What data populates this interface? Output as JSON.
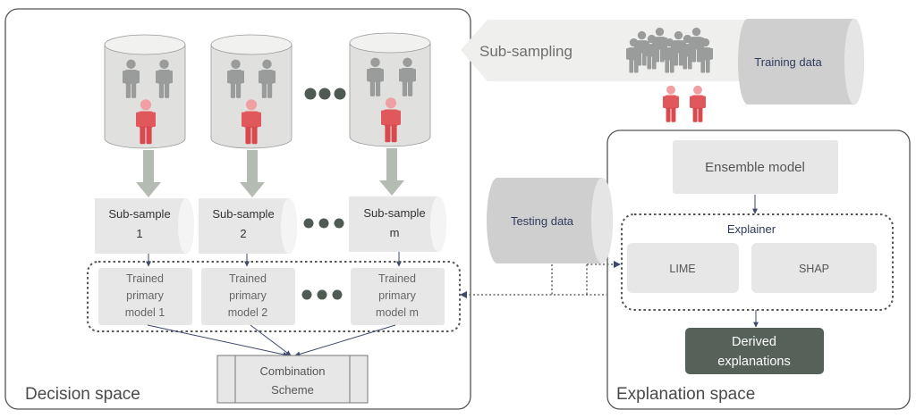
{
  "decision_space": {
    "label": "Decision space",
    "subsamples": [
      {
        "line1": "Sub-sample",
        "line2": "1"
      },
      {
        "line1": "Sub-sample",
        "line2": "2"
      },
      {
        "line1": "Sub-sample",
        "line2": "m"
      }
    ],
    "models": [
      {
        "line1": "Trained",
        "line2": "primary",
        "line3": "model 1"
      },
      {
        "line1": "Trained",
        "line2": "primary",
        "line3": "model 2"
      },
      {
        "line1": "Trained",
        "line2": "primary",
        "line3": "model m"
      }
    ],
    "combination": {
      "line1": "Combination",
      "line2": "Scheme"
    }
  },
  "subsampling": {
    "label": "Sub-sampling"
  },
  "training_data": {
    "label": "Training data"
  },
  "testing_data": {
    "label": "Testing data"
  },
  "explanation_space": {
    "label": "Explanation space",
    "ensemble_model": "Ensemble model",
    "explainer": {
      "title": "Explainer",
      "lime": "LIME",
      "shap": "SHAP"
    },
    "derived": {
      "line1": "Derived",
      "line2": "explanations"
    }
  },
  "colors": {
    "person_gray": "#9a9c9b",
    "person_red": "#e0585c",
    "box_fill": "#e8e7e7",
    "dark_box": "#56615a",
    "dots": "#4f5a52",
    "arrow_line": "#3e4a6b"
  }
}
